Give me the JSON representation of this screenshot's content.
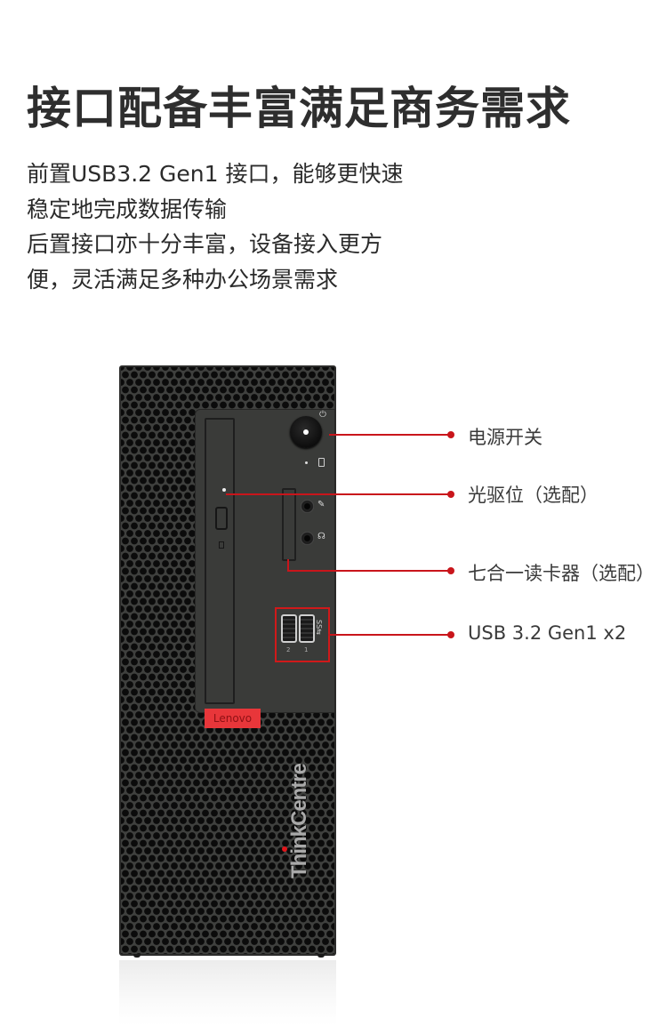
{
  "header": {
    "title": "接口配备丰富满足商务需求",
    "description_lines": [
      "前置USB3.2 Gen1 接口，能够更快速",
      "稳定地完成数据传输",
      "后置接口亦十分丰富，设备接入更方",
      "便，灵活满足多种办公场景需求"
    ]
  },
  "product": {
    "badge": "Lenovo",
    "brand": "ThinkCentre",
    "usb_port_numbers": [
      "2",
      "1"
    ],
    "icons": {
      "power": "power-icon",
      "hdd": "hdd-activity-icon",
      "mic": "microphone-icon",
      "headphone": "headphone-icon",
      "superspeed": "usb-superspeed-icon"
    }
  },
  "callouts": [
    {
      "label": "电源开关"
    },
    {
      "label": "光驱位（选配）"
    },
    {
      "label": "七合一读卡器（选配）"
    },
    {
      "label": "USB 3.2 Gen1 x2"
    }
  ],
  "colors": {
    "accent": "#c9151b",
    "lenovo_red": "#e8363a",
    "chassis": "#3f403e",
    "text": "#2b2b2b"
  }
}
